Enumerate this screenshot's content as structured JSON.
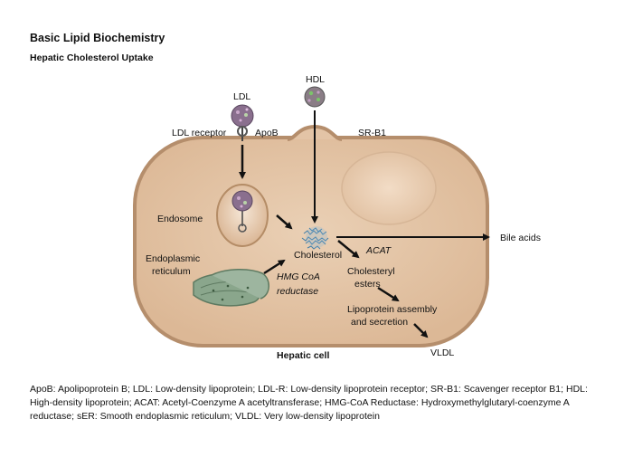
{
  "header": {
    "title": "Basic Lipid Biochemistry",
    "subtitle": "Hepatic Cholesterol Uptake"
  },
  "labels": {
    "ldl": "LDL",
    "hdl": "HDL",
    "ldl_receptor": "LDL receptor",
    "apob": "ApoB",
    "sr_b1": "SR-B1",
    "endosome": "Endosome",
    "endoplasmic_line1": "Endoplasmic",
    "endoplasmic_line2": "reticulum",
    "cholesterol": "Cholesterol",
    "hmg_line1": "HMG CoA",
    "hmg_line2": "reductase",
    "acat": "ACAT",
    "cholesteryl_line1": "Cholesteryl",
    "cholesteryl_line2": "esters",
    "lipoprotein_line1": "Lipoprotein assembly",
    "lipoprotein_line2": "and secretion",
    "bile_acids": "Bile acids",
    "hepatic_cell": "Hepatic cell",
    "vldl": "VLDL"
  },
  "footnote": "ApoB: Apolipoprotein B; LDL: Low-density lipoprotein; LDL-R: Low-density lipoprotein receptor; SR-B1: Scavenger receptor B1; HDL: High-density lipoprotein; ACAT: Acetyl-Coenzyme A acetyltransferase; HMG-CoA Reductase: Hydroxymethylglutaryl-coenzyme A reductase; sER: Smooth endoplasmic reticulum; VLDL: Very low-density lipoprotein",
  "colors": {
    "cell_fill": "#e3c4a6",
    "cell_stroke": "#b58e6c",
    "nucleus_fill": "#ecd1b8",
    "er_fill": "#7f9b82",
    "ldl_particle": "#8a6f8e",
    "hdl_particle": "#8a7d86",
    "cholesterol": "#4a86b0",
    "arrow": "#111111"
  }
}
